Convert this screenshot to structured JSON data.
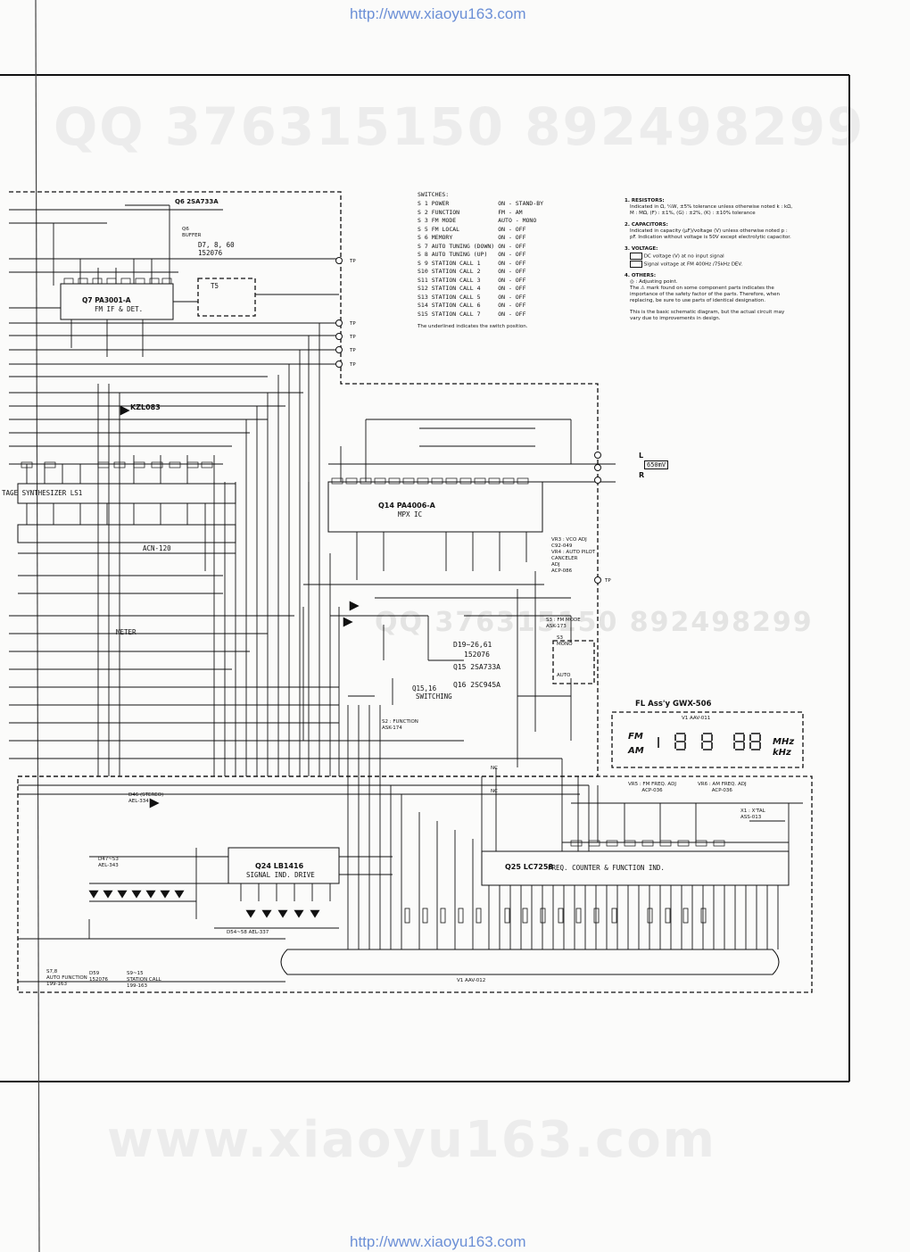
{
  "header_url": "http://www.xiaoyu163.com",
  "footer_url": "http://www.xiaoyu163.com",
  "watermarks": {
    "top": "QQ 376315150   892498299",
    "mid": "QQ 376315150  892498299",
    "bottom": "www.xiaoyu163.com"
  },
  "switches": {
    "title": "SWITCHES:",
    "rows": [
      {
        "id": "S 1",
        "name": "POWER",
        "state": "ON - STAND-BY"
      },
      {
        "id": "S 2",
        "name": "FUNCTION",
        "state": "FM - AM"
      },
      {
        "id": "S 3",
        "name": "FM MODE",
        "state": "AUTO - MONO"
      },
      {
        "id": "S 5",
        "name": "FM LOCAL",
        "state": "ON - OFF"
      },
      {
        "id": "S 6",
        "name": "MEMORY",
        "state": "ON - OFF"
      },
      {
        "id": "S 7",
        "name": "AUTO TUNING (DOWN)",
        "state": "ON - OFF"
      },
      {
        "id": "S 8",
        "name": "AUTO TUNING (UP)",
        "state": "ON - OFF"
      },
      {
        "id": "S 9",
        "name": "STATION CALL 1",
        "state": "ON - OFF"
      },
      {
        "id": "S10",
        "name": "STATION CALL 2",
        "state": "ON - OFF"
      },
      {
        "id": "S11",
        "name": "STATION CALL 3",
        "state": "ON - OFF"
      },
      {
        "id": "S12",
        "name": "STATION CALL 4",
        "state": "ON - OFF"
      },
      {
        "id": "S13",
        "name": "STATION CALL 5",
        "state": "ON - OFF"
      },
      {
        "id": "S14",
        "name": "STATION CALL 6",
        "state": "ON - OFF"
      },
      {
        "id": "S15",
        "name": "STATION CALL 7",
        "state": "ON - OFF"
      }
    ],
    "footnote": "The underlined indicates the switch position."
  },
  "notes": {
    "resistors_title": "1. RESISTORS:",
    "resistors_text": "Indicated in Ω, ¼W, ±5% tolerance unless otherwise noted k : kΩ, M : MΩ, (F) : ±1%, (G) : ±2%, (K) : ±10% tolerance",
    "capacitors_title": "2. CAPACITORS:",
    "capacitors_text": "Indicated in capacity (μF)/voltage (V) unless otherwise noted p : pF. Indication without voltage is 50V except electrolytic capacitor.",
    "voltage_title": "3. VOLTAGE:",
    "voltage_dc": "DC voltage (V) at no input signal",
    "voltage_mv": "Signal voltage at FM 400Hz /75kHz DEV.",
    "others_title": "4. OTHERS:",
    "others_adj": "◎ : Adjusting point.",
    "others_mark": "The ⚠ mark found on some component parts indicates the importance of the safety factor of the parts. Therefore, when replacing, be sure to use parts of identical designation.",
    "others_basic": "This is the basic schematic diagram, but the actual circuit may vary due to improvements in design."
  },
  "components": {
    "q6": "Q6 2SA733A",
    "q6_buffer": "Q6\nBUFFER",
    "d7": "D7, 8, 60\n152076",
    "q7": "Q7  PA3001-A",
    "q7_sub": "FM IF & DET.",
    "t5": "T5",
    "kzl": "KZL083",
    "ls1": "TAGE SYNTHESIZER LS1",
    "q14": "Q14  PA4006-A",
    "q14_sub": "MPX IC",
    "d19": "D19~26,61",
    "d19_sub": "152076",
    "q15": "Q15  2SA733A",
    "q16": "Q16  2SC945A",
    "q1516": "Q15,16",
    "q1516_sub": "SWITCHING",
    "s3": "S3 : FM MODE\nASK-173",
    "s3_mono": "S3\nMONO",
    "s3_auto": "AUTO",
    "s2": "S2 : FUNCTION\nASK-174",
    "fl": "FL  Ass'y  GWX-506",
    "v1_top": "V1   AAV-011",
    "v1_bottom": "V1   AAV-012",
    "q24": "Q24  LB1416",
    "q24_sub": "SIGNAL IND. DRIVE",
    "q25": "Q25  LC7258",
    "q25_sub": "FREQ. COUNTER & FUNCTION IND.",
    "vr5": "VR5 : FM FREQ. ADJ\nACP-036",
    "vr6": "VR6 : AM FREQ. ADJ\nACP-036",
    "x1": "X1 : X'TAL\nASS-013",
    "vr3": "VR3 : VCO ADJ\nC92-049",
    "vr4": "VR4 : AUTO PILOT\nCANCELER\nADJ\nACP-086",
    "acn": "ACN-120",
    "meter": "METER",
    "out_l": "L",
    "out_r": "R",
    "level": "650mV",
    "tp": "TP",
    "stereo": "D46 (STEREO)\nAEL-334",
    "d47": "D47~53\nAEL-343",
    "d54": "D54~58  AEL-337",
    "auto_func": "S7,8\nAUTO FUNCTION\n199-163",
    "st_call": "S9~15\nSTATION CALL\n199-163",
    "d59": "D59\n152076",
    "nc": "NC"
  },
  "display": {
    "fm": "FM",
    "am": "AM",
    "mhz": "MHz",
    "khz": "kHz"
  }
}
